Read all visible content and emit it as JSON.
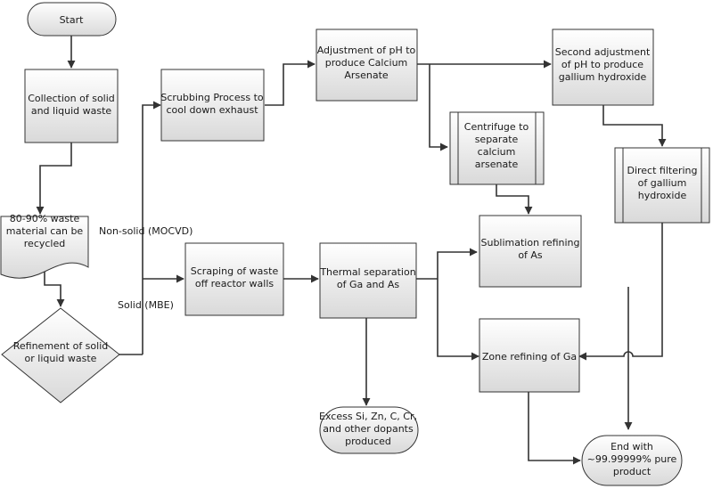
{
  "diagram": {
    "nodes": {
      "start": [
        "Start"
      ],
      "collection": [
        "Collection of solid",
        "and liquid waste"
      ],
      "recycled": [
        "80-90% waste",
        "material can be",
        "recycled"
      ],
      "refinement": [
        "Refinement of solid",
        "or liquid waste"
      ],
      "scrubbing": [
        "Scrubbing Process to",
        "cool down exhaust"
      ],
      "adjust_ph": [
        "Adjustment of pH to",
        "produce Calcium",
        "Arsenate"
      ],
      "second_adjust": [
        "Second adjustment",
        "of pH to produce",
        "gallium hydroxide"
      ],
      "centrifuge": [
        "Centrifuge to",
        "separate",
        "calcium",
        "arsenate"
      ],
      "direct_filter": [
        "Direct filtering",
        "of gallium",
        "hydroxide"
      ],
      "scraping": [
        "Scraping of waste",
        "off reactor walls"
      ],
      "thermal": [
        "Thermal separation",
        "of Ga and As"
      ],
      "sublimation": [
        "Sublimation refining",
        "of As"
      ],
      "zone": [
        "Zone refining of Ga"
      ],
      "excess": [
        "Excess Si, Zn, C, Cr,",
        "and other dopants",
        "produced"
      ],
      "end": [
        "End with",
        "~99.99999% pure",
        "product"
      ]
    },
    "edge_labels": {
      "non_solid": "Non-solid  (MOCVD)",
      "solid": "Solid (MBE)"
    }
  }
}
